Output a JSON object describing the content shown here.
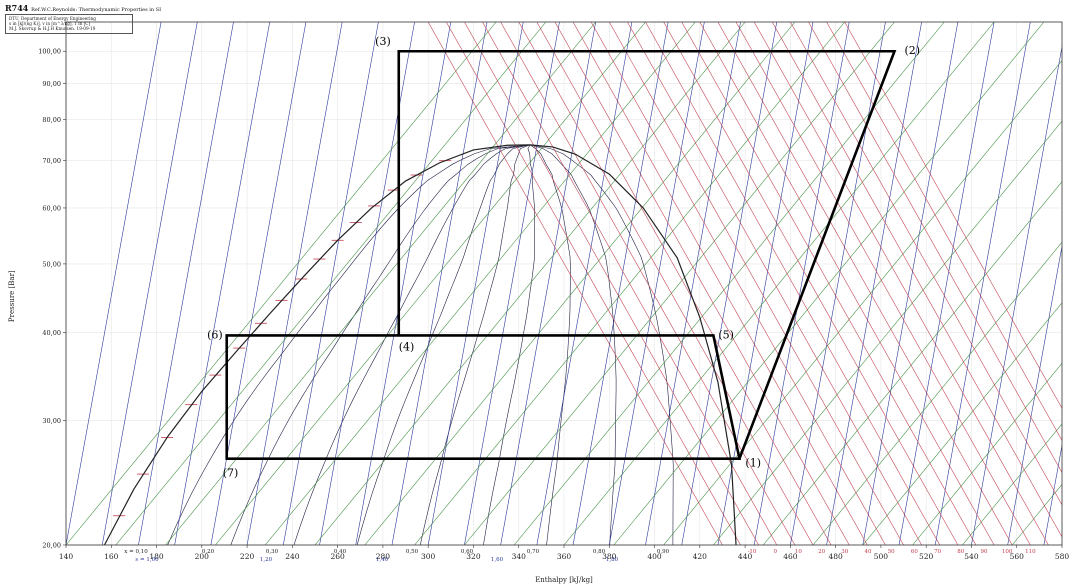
{
  "header": {
    "title": "R744",
    "subtitle": "Ref.W.C.Reynolds: Thermodynamic Properties in SI",
    "info_lines": [
      "DTU, Department of Energy Engineering",
      "s in [kJ/(kg K)], v in [m^3/kg], T in [C]",
      "M.J. Skovrup & H.J.H Knudsen. 19-09-19"
    ]
  },
  "chart_data": {
    "type": "line",
    "title": "R744",
    "xlabel": "Enthalpy [kJ/kg]",
    "ylabel": "Pressure [Bar]",
    "xlim": [
      140,
      580
    ],
    "ylim": [
      20,
      110
    ],
    "y_scale": "log",
    "grid": true,
    "x_ticks": [
      "140",
      "160",
      "180",
      "200",
      "220",
      "240",
      "260",
      "280",
      "300",
      "320",
      "340",
      "360",
      "380",
      "400",
      "420",
      "440",
      "460",
      "480",
      "500",
      "520",
      "540",
      "560",
      "580"
    ],
    "y_ticks": [
      {
        "value": 20,
        "label": "20,00"
      },
      {
        "value": 30,
        "label": "30,00"
      },
      {
        "value": 40,
        "label": "40,00"
      },
      {
        "value": 50,
        "label": "50,00"
      },
      {
        "value": 60,
        "label": "60,00"
      },
      {
        "value": 70,
        "label": "70,00"
      },
      {
        "value": 80,
        "label": "80,00"
      },
      {
        "value": 90,
        "label": "90,00"
      },
      {
        "value": 100,
        "label": "100,00"
      }
    ],
    "quality_labels": [
      "x = 0,10",
      "0,20",
      "0,30",
      "0,40",
      "0,50",
      "0,60",
      "0,70",
      "0,80",
      "0,90"
    ],
    "entropy_labels": [
      "s = 1,00",
      "1,20",
      "1,40",
      "1,60",
      "1,80"
    ],
    "temperature_labels": [
      "-10",
      "0",
      "10",
      "20",
      "30",
      "40",
      "50",
      "60",
      "70",
      "80",
      "90",
      "100",
      "110"
    ],
    "saturation_curve": {
      "h": [
        157,
        170,
        185,
        200,
        215,
        230,
        245,
        260,
        275,
        290,
        305,
        320,
        335,
        345,
        355,
        365,
        380,
        395,
        410,
        420,
        428,
        434,
        436
      ],
      "p": [
        20,
        24,
        28.5,
        33,
        37.5,
        42.5,
        48,
        54,
        60,
        65.5,
        69.5,
        72.5,
        73.6,
        73.7,
        73.2,
        71.5,
        67,
        60,
        51,
        42,
        34,
        26,
        20
      ]
    },
    "series": [
      {
        "h": [
          437.5,
          506,
          287,
          287,
          426,
          437.5,
          211,
          211,
          426
        ],
        "p": [
          26.5,
          100,
          100,
          39.6,
          39.6,
          26.5,
          26.5,
          39.6,
          39.6
        ]
      }
    ],
    "points": [
      {
        "label": "(1)",
        "h": 437.5,
        "p": 26.5
      },
      {
        "label": "(2)",
        "h": 506,
        "p": 100
      },
      {
        "label": "(3)",
        "h": 287,
        "p": 100
      },
      {
        "label": "(4)",
        "h": 287,
        "p": 39.6
      },
      {
        "label": "(5)",
        "h": 426,
        "p": 39.6
      },
      {
        "label": "(6)",
        "h": 211,
        "p": 39.6
      },
      {
        "label": "(7)",
        "h": 211,
        "p": 26.5
      }
    ],
    "colors": {
      "cycle": "#000000",
      "saturation": "#222222",
      "isentropic": "#2b3a9a",
      "isotherm": "#c0394a",
      "isochore": "#3a8a3a",
      "quality": "#222244"
    }
  }
}
